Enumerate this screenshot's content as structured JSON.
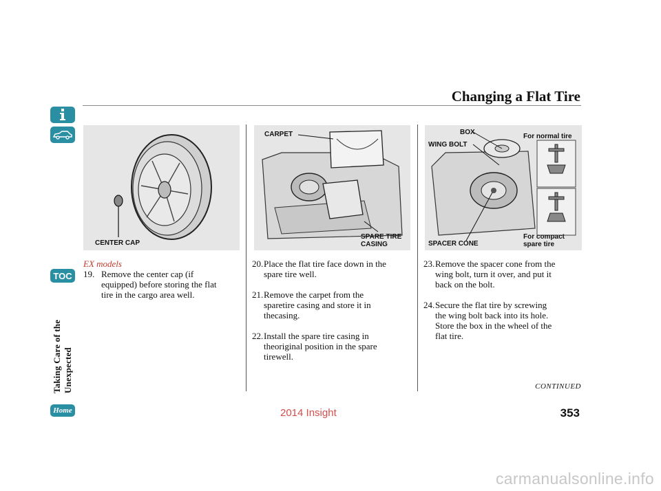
{
  "sidebar": {
    "info_icon": "info-icon",
    "car_icon": "car-icon",
    "toc_label": "TOC",
    "home_label": "Home",
    "section_label": "Taking Care of the Unexpected"
  },
  "header": {
    "title": "Changing a Flat Tire"
  },
  "figures": {
    "fig1": {
      "center_cap": "CENTER CAP"
    },
    "fig2": {
      "carpet": "CARPET",
      "spare_tire_casing": "SPARE TIRE\nCASING"
    },
    "fig3": {
      "box": "BOX",
      "wing_bolt": "WING BOLT",
      "for_normal_tire": "For normal tire",
      "spacer_cone": "SPACER CONE",
      "for_compact": "For compact\nspare tire"
    }
  },
  "col1": {
    "ex_models": "EX models",
    "steps": [
      {
        "num": "19.",
        "text": "Remove the center cap (if\nequipped) before storing the flat\ntire in the cargo area well."
      }
    ]
  },
  "col2": {
    "steps": [
      {
        "num": "20.",
        "text": "Place the flat tire face down in the\nspare tire well."
      },
      {
        "num": "21.",
        "text": "Remove the carpet from the\nsparetire casing and store it in\nthecasing."
      },
      {
        "num": "22.",
        "text": "Install the spare tire casing in\ntheoriginal position in the spare\ntirewell."
      }
    ]
  },
  "col3": {
    "steps": [
      {
        "num": "23.",
        "text": "Remove the spacer cone from the\nwing bolt, turn it over, and put it\nback on the bolt."
      },
      {
        "num": "24.",
        "text": "Secure the flat tire by screwing\nthe wing bolt back into its hole.\nStore the box in the wheel of the\nflat tire."
      }
    ]
  },
  "footer": {
    "continued": "CONTINUED",
    "page_number": "353",
    "watermark": "2014 Insight",
    "site": "carmanualsonline.info"
  },
  "colors": {
    "accent": "#2a8fa3",
    "watermark": "#d54d4d",
    "ex_models": "#c0392b"
  }
}
